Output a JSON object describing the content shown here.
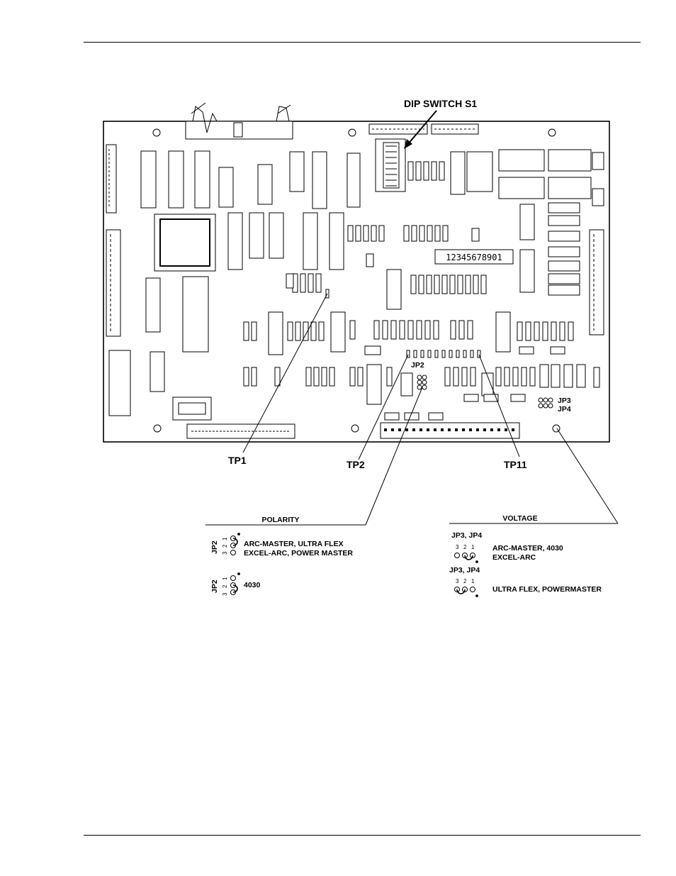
{
  "callouts": {
    "dip_switch": "DIP SWITCH S1",
    "tp1": "TP1",
    "tp2": "TP2",
    "tp11": "TP11",
    "jp2": "JP2",
    "jp3": "JP3",
    "jp4": "JP4"
  },
  "board": {
    "serial_label": "12345678901"
  },
  "polarity": {
    "heading": "POLARITY",
    "option1": {
      "jumper": "JP2",
      "pins": [
        "3",
        "2",
        "1"
      ],
      "line1": "ARC-MASTER, ULTRA FLEX",
      "line2": "EXCEL-ARC, POWER MASTER"
    },
    "option2": {
      "jumper": "JP2",
      "pins": [
        "3",
        "2",
        "1"
      ],
      "line1": "4030"
    }
  },
  "voltage": {
    "heading": "VOLTAGE",
    "option1": {
      "jumper": "JP3, JP4",
      "pins": [
        "3",
        "2",
        "1"
      ],
      "line1": "ARC-MASTER, 4030",
      "line2": "EXCEL-ARC"
    },
    "option2": {
      "jumper": "JP3, JP4",
      "pins": [
        "3",
        "2",
        "1"
      ],
      "line1": "ULTRA FLEX, POWERMASTER"
    }
  }
}
